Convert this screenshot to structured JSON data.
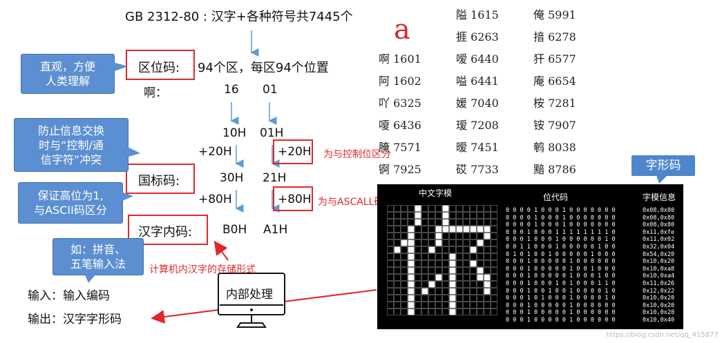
{
  "title": "GB 2312-80 : 汉字+各种符号共7445个",
  "quwei": {
    "label": "区位码:",
    "desc": "94个区，每区94个位置"
  },
  "example": {
    "char": "啊：",
    "qu": "16",
    "wei": "01"
  },
  "hex": {
    "h1": "10H",
    "h2": "01H",
    "add1": "+20H",
    "add2": "+20H"
  },
  "guobiao": {
    "label": "国标码:",
    "v1": "30H",
    "v2": "21H"
  },
  "add80": {
    "a1": "+80H",
    "a2": "+80H"
  },
  "neima": {
    "label": "汉字内码:",
    "v1": "B0H",
    "v2": "A1H"
  },
  "notes": {
    "control": "为与控制位区分",
    "ascii": "为与ASCALL码兼容",
    "storage": "计算机内汉字的存储形式"
  },
  "callouts": {
    "c1": [
      "直观，方便",
      "人类理解"
    ],
    "c2": [
      "防止信息交换",
      "时与“控制/通",
      "信字符”冲突"
    ],
    "c3": [
      "保证高位为1,",
      "与ASCII码区分"
    ],
    "c4": [
      "如：拼音、",
      "五笔输入法"
    ]
  },
  "io": {
    "input": "输入：输入编码",
    "output": "输出：汉字字形码"
  },
  "process_label": "内部处理",
  "letter_a": "a",
  "char_table": [
    [
      "",
      "隘 1615",
      "俺 5991"
    ],
    [
      "",
      "捱 6263",
      "揞 6278"
    ],
    [
      "啊 1601",
      "嗳 6440",
      "犴 6577"
    ],
    [
      "阿 1602",
      "嗌 6441",
      "庵 6654"
    ],
    [
      "吖 6325",
      "媛 7040",
      "桉 7281"
    ],
    [
      "嗄 6436",
      "瑷 7208",
      "铵 7907"
    ],
    [
      "腌 7571",
      "暧 7451",
      "鹌 8038"
    ],
    [
      "锕 7925",
      "砹 7733",
      "黯 8786"
    ]
  ],
  "glyph_panel": {
    "title_left": "中文字模",
    "title_mid": "位代码",
    "title_right": "字模信息",
    "tag": "字形码",
    "bitmap": [
      "0000100010000000",
      "0000100010000000",
      "0000100010000000",
      "0001000111111110",
      "0001000100000010",
      "0011000100000100",
      "0101001000001000",
      "0001000001000000",
      "0001000001001000",
      "0001000001000100",
      "0001000101000110",
      "0001001001000010",
      "0001010001000010",
      "0001000001000000",
      "0001000001000000",
      "0001000001000000"
    ],
    "hex": [
      "0x08,0x80",
      "0x08,0x80",
      "0x08,0x80",
      "0x11,0xfe",
      "0x11,0x02",
      "0x32,0x04",
      "0x54,0x20",
      "0x10,0x20",
      "0x10,0xa8",
      "0x10,0xa4",
      "0x11,0x26",
      "0x12,0x22",
      "0x10,0x20",
      "0x10,0x20",
      "0x10,0x20",
      "0x10,0x40"
    ]
  },
  "watermark": "https://blog.csdn.net/qq_415877",
  "colors": {
    "red": "#e02828",
    "blue_callout": "#5b8fd1",
    "arrow_blue": "#5b9bd5"
  }
}
